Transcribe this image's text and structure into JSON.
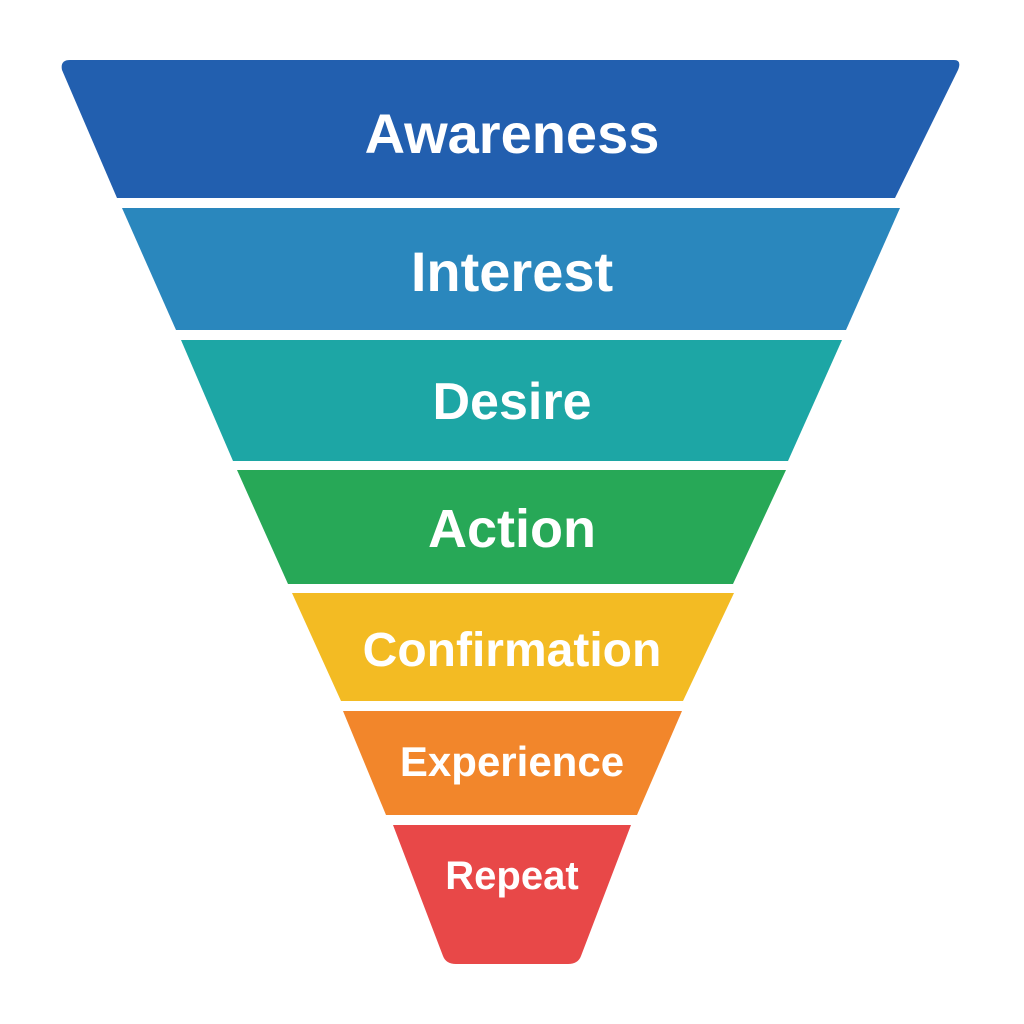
{
  "funnel": {
    "stages": [
      {
        "label": "Awareness",
        "color": "#225FAF"
      },
      {
        "label": "Interest",
        "color": "#2A87BD"
      },
      {
        "label": "Desire",
        "color": "#1DA6A5"
      },
      {
        "label": "Action",
        "color": "#27A857"
      },
      {
        "label": "Confirmation",
        "color": "#F3BB23"
      },
      {
        "label": "Experience",
        "color": "#F2862B"
      },
      {
        "label": "Repeat",
        "color": "#E84848"
      }
    ]
  }
}
